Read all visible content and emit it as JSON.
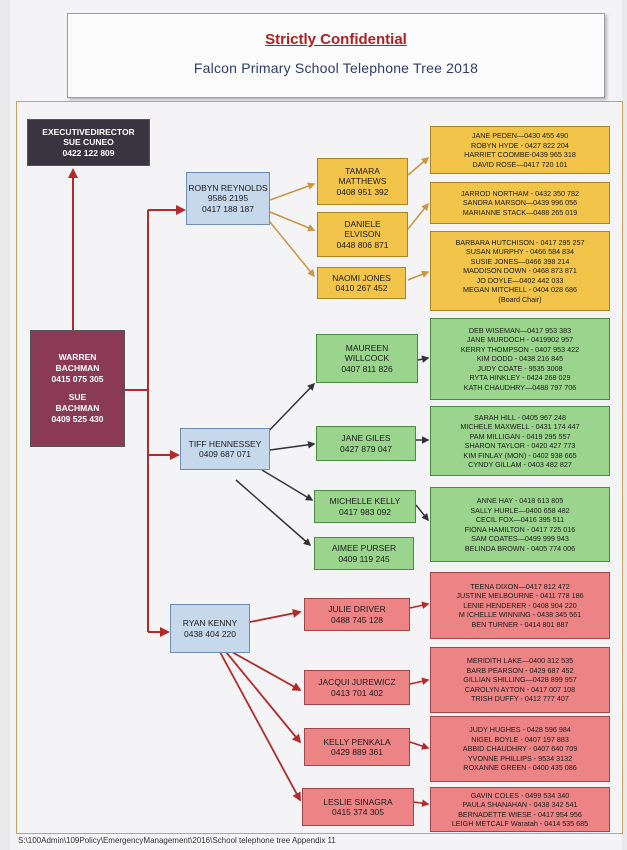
{
  "header": {
    "title": "Strictly Confidential",
    "subtitle": "Falcon Primary School Telephone Tree 2018"
  },
  "executive": {
    "line1": "EXECUTIVEDIRECTOR",
    "line2": "SUE CUNEO",
    "phone": "0422 122 809"
  },
  "root": {
    "name1": "WARREN",
    "surname1": "BACHMAN",
    "phone1": "0415 075 305",
    "name2": "SUE",
    "surname2": "BACHMAN",
    "phone2": "0409 525 430"
  },
  "level1": [
    {
      "name": "ROBYN REYNOLDS",
      "phone1": "9586 2195",
      "phone2": "0417 188 187"
    },
    {
      "name": "TIFF HENNESSEY",
      "phone1": "0409 687 071"
    },
    {
      "name": "RYAN KENNY",
      "phone1": "0438 404 220"
    }
  ],
  "level2": [
    {
      "line1": "TAMARA",
      "line2": "MATTHEWS",
      "phone": "0408 951 392"
    },
    {
      "line1": "DANIELE",
      "line2": "ELVISON",
      "phone": "0448 806 871"
    },
    {
      "line1": "NAOMI JONES",
      "phone": "0410 267 452"
    },
    {
      "line1": "MAUREEN",
      "line2": "WILLCOCK",
      "phone": "0407 811 826"
    },
    {
      "line1": "JANE GILES",
      "phone": "0427 879 047"
    },
    {
      "line1": "MICHELLE KELLY",
      "phone": "0417 983 092"
    },
    {
      "line1": "AIMEE PURSER",
      "phone": "0409 119 245"
    },
    {
      "line1": "JULIE DRIVER",
      "phone": "0488 745 128"
    },
    {
      "line1": "JACQUI JUREWICZ",
      "phone": "0413 701 402"
    },
    {
      "line1": "KELLY PENKALA",
      "phone": "0429 889 361"
    },
    {
      "line1": "LESLIE SINAGRA",
      "phone": "0415 374 305"
    }
  ],
  "contact_lists": [
    [
      "JANE PEDEN—0430 455 490",
      "ROBYN HYDE - 0427 822 204",
      "HARRIET COOMBE-0439 965 318",
      "DAVID ROSE—0417 720 101"
    ],
    [
      "JARROD NORTHAM - 0432 350 782",
      "SANDRA MARSON—0439 996 056",
      "MARIANNE STACK—0488 265 019"
    ],
    [
      "BARBARA HUTCHISON - 0417 295 257",
      "SUSAN MURPHY - 0466 584 834",
      "SUSIE JONES—0466 398 214",
      "MADDISON DOWN - 0468 873 871",
      "JO DOYLE—0402 442 033",
      "MEGAN MITCHELL - 0404 028 686",
      "(Board Chair)"
    ],
    [
      "DEB WISEMAN—0417 953 383",
      "JANE MURDOCH - 0419902 957",
      "KERRY THOMPSON - 0407 953 422",
      "KIM DODD - 0438 216 845",
      "JUDY COATE - 9535 3008",
      "RYTA HINKLEY - 0424 268 029",
      "KATH CHAUDHRY—0488 797 706"
    ],
    [
      "SARAH HILL - 0405 967 248",
      "MICHELE MAXWELL - 0431 174 447",
      "PAM MILLIGAN - 0419 295 557",
      "SHARON TAYLOR - 0420 427 773",
      "KIM FINLAY (MON) - 0402 938 665",
      "CYNDY GILLAM - 0403 482 827"
    ],
    [
      "ANNE HAY - 0418 613 805",
      "SALLY HURLE—0400 658 482",
      "CECIL FOX—0416 395 511",
      "FIONA HAMILTON - 0417 725 016",
      "SAM COATES—0499 999 943",
      "BELINDA BROWN - 0405 774 006"
    ],
    [
      "TEENA DIXON—0417 812 472",
      "JUSTINE MELBOURNE - 0411 778 186",
      "LENIE HENDERER - 0408 904 220",
      "M ICHELLE WINNING - 0438 345 561",
      "BEN TURNER - 0414 801 887"
    ],
    [
      "MERIDITH LAKE—0400 312 535",
      "BARB PEARSON - 0429 687 452",
      "GILLIAN SHILLING—0428 899 957",
      "CAROLYN AYTON - 0417 007 108",
      "TRISH DUFFY - 0412 777 407"
    ],
    [
      "JUDY HUGHES - 0428 596 984",
      "NIGEL BOYLE - 0407 197 883",
      "ABBID CHAUDHRY - 0407 640 709",
      "YVONNE PHILLIPS - 9534 3132",
      "ROXANNE GREEN - 0400 435 086"
    ],
    [
      "GAVIN COLES - 0499 534 340",
      "PAULA SHANAHAN - 0438 342 541",
      "BERNADETTE WIESE - 0417 954 956",
      "LEIGH METCALF Waratah - 0414 535 685"
    ]
  ],
  "footer": "S:\\100Admin\\109Policy\\EmergencyManagement\\2016\\School telephone tree Appendix 11",
  "colors": {
    "executive": "#3a3440",
    "root": "#8a3a55",
    "level1": "#c6d8ec",
    "orange": "#f2c44a",
    "green": "#9bd48c",
    "red": "#ec8486",
    "arrow_red": "#b22a2a",
    "arrow_orange": "#cc9540",
    "arrow_dark": "#333333"
  }
}
